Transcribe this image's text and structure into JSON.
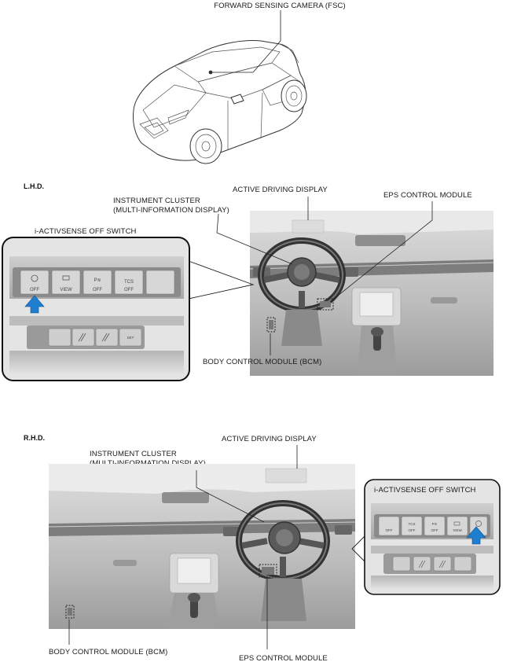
{
  "top": {
    "fsc_label": "FORWARD SENSING CAMERA (FSC)"
  },
  "lhd": {
    "section_label": "L.H.D.",
    "instrument_cluster_line1": "INSTRUMENT CLUSTER",
    "instrument_cluster_line2": "(MULTI-INFORMATION DISPLAY)",
    "active_driving_display": "ACTIVE DRIVING DISPLAY",
    "eps_control_module": "EPS CONTROL MODULE",
    "switch_title": "i-ACTIVSENSE OFF SWITCH",
    "body_control_module": "BODY CONTROL MODULE (BCM)",
    "buttons": [
      "OFF",
      "VIEW",
      "OFF",
      "TCS",
      "OFF"
    ],
    "lower_button_set": "SET"
  },
  "rhd": {
    "section_label": "R.H.D.",
    "instrument_cluster_line1": "INSTRUMENT CLUSTER",
    "instrument_cluster_line2": "(MULTI-INFORMATION DISPLAY)",
    "active_driving_display": "ACTIVE DRIVING DISPLAY",
    "switch_title": "i-ACTIVSENSE OFF SWITCH",
    "body_control_module": "BODY CONTROL MODULE (BCM)",
    "eps_control_module": "EPS CONTROL MODULE",
    "buttons": [
      "OFF",
      "TCS",
      "OFF",
      "OFF",
      "VIEW"
    ]
  },
  "colors": {
    "arrow_blue": "#1e7fd0",
    "dash_gray": "#c9c9c9",
    "dash_dark": "#8d8d8d",
    "display_gray": "#dcdcdc"
  }
}
